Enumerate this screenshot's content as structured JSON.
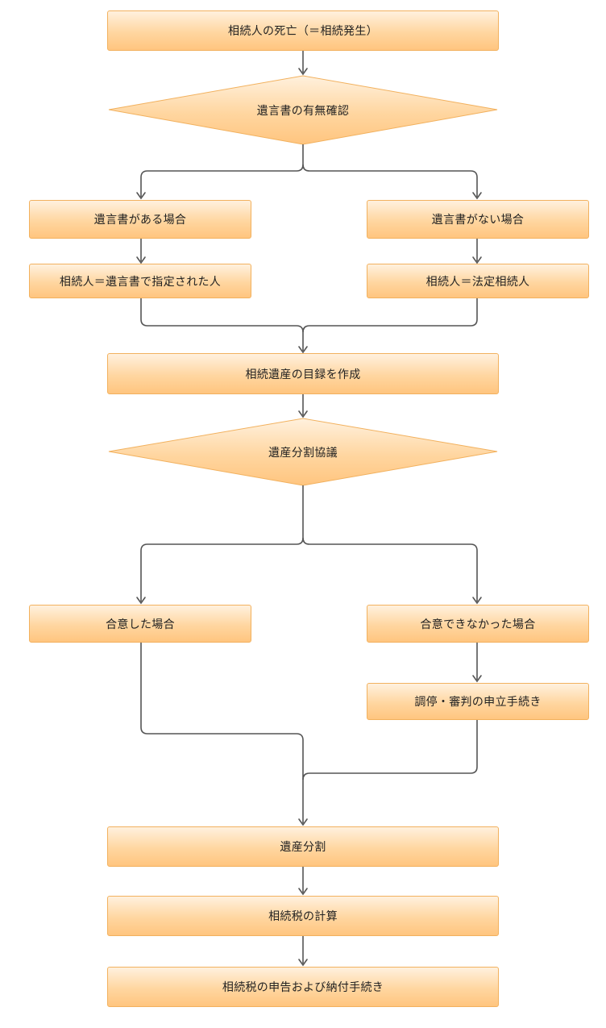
{
  "flowchart": {
    "start": "相続人の死亡（＝相続発生）",
    "will_check": "遺言書の有無確認",
    "will_exists": "遺言書がある場合",
    "heir_by_will": "相続人＝遺言書で指定された人",
    "will_absent": "遺言書がない場合",
    "heir_legal": "相続人＝法定相続人",
    "estate_inventory": "相続遺産の目録を作成",
    "division_talks": "遺産分割協議",
    "agreed": "合意した場合",
    "not_agreed": "合意できなかった場合",
    "mediation": "調停・審判の申立手続き",
    "estate_division": "遺産分割",
    "tax_calc": "相続税の計算",
    "tax_filing": "相続税の申告および納付手続き"
  },
  "colors": {
    "node_fill_top": "#fff1de",
    "node_fill_bottom": "#ffc57f",
    "node_border": "#f2b15e",
    "connector": "#555555"
  }
}
